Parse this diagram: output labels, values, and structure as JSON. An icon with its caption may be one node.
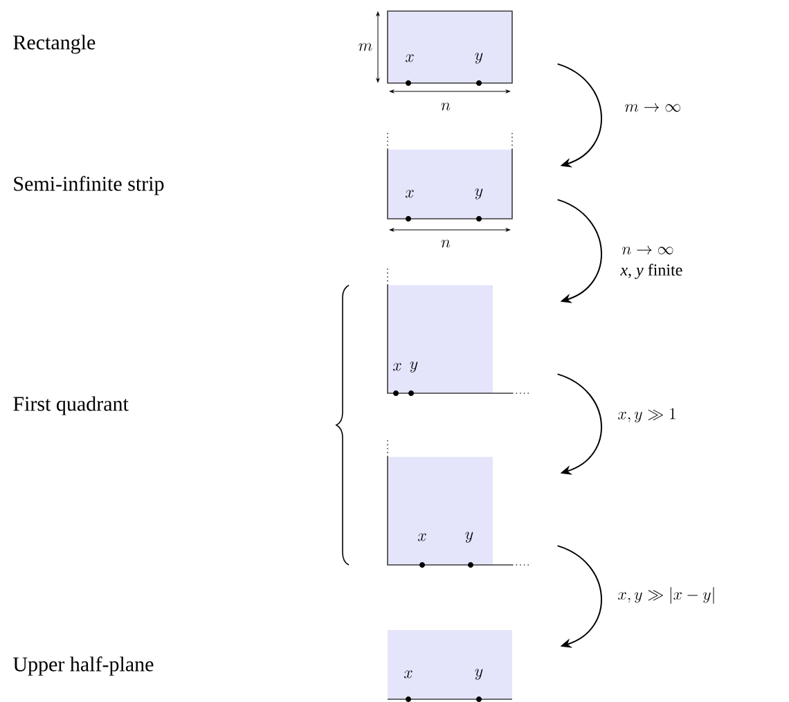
{
  "diagram": {
    "nodes": [
      {
        "text": [
          "x",
          "y"
        ]
      },
      {
        "text": [
          "x",
          "y"
        ]
      },
      {
        "text": [
          "x",
          "y"
        ]
      },
      {
        "text": [
          "x",
          "y"
        ]
      },
      {
        "text": [
          "x",
          "y"
        ]
      }
    ],
    "edges": [
      {
        "from": 0,
        "to": 1,
        "arrow": "to",
        "label": "m \\to \\infty"
      },
      {
        "from": 1,
        "to": 2,
        "arrow": "to",
        "label": "n \\to \\infty"
      },
      {
        "from": 2,
        "to": 3,
        "arrow": "to",
        "label": "x, y \\gg 1"
      },
      {
        "from": 3,
        "to": 4,
        "arrow": "to",
        "label": "x, y \\gg |x-y|"
      }
    ],
    "labels": [
      "Rectangle",
      "m",
      "n",
      "Semi-infinite strip",
      "n",
      "*x*, *y* finite",
      "First quadrant",
      "Upper half-plane"
    ]
  }
}
